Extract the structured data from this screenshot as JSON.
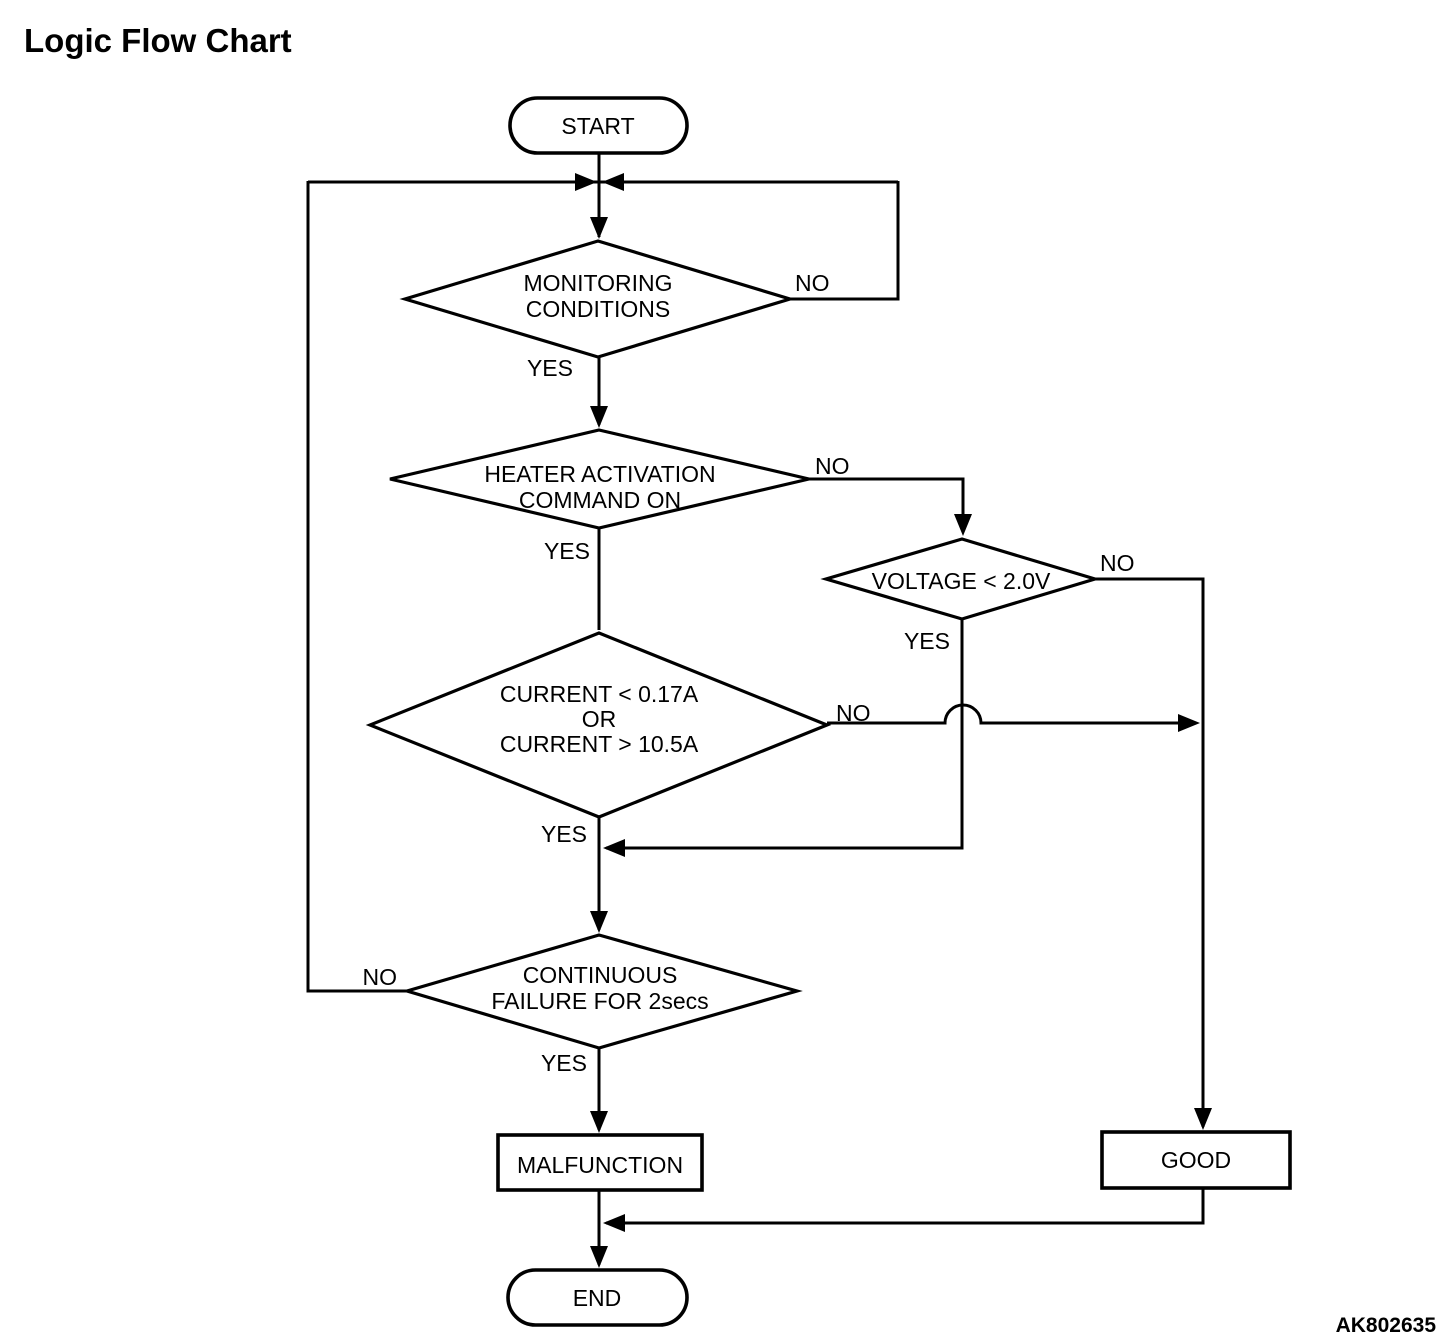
{
  "title": "Logic Flow Chart",
  "figure_code": "AK802635",
  "nodes": {
    "start": {
      "type": "terminator",
      "label": "START"
    },
    "monitoring": {
      "type": "decision",
      "line1": "MONITORING",
      "line2": "CONDITIONS"
    },
    "heater": {
      "type": "decision",
      "line1": "HEATER ACTIVATION",
      "line2": "COMMAND ON"
    },
    "voltage": {
      "type": "decision",
      "label": "VOLTAGE < 2.0V"
    },
    "current": {
      "type": "decision",
      "line1": "CURRENT < 0.17A",
      "line2": "OR",
      "line3": "CURRENT > 10.5A"
    },
    "continuous": {
      "type": "decision",
      "line1": "CONTINUOUS",
      "line2": "FAILURE FOR 2secs"
    },
    "malfunction": {
      "type": "process",
      "label": "MALFUNCTION"
    },
    "good": {
      "type": "process",
      "label": "GOOD"
    },
    "end": {
      "type": "terminator",
      "label": "END"
    }
  },
  "edge_labels": {
    "monitoring_no": "NO",
    "monitoring_yes": "YES",
    "heater_no": "NO",
    "heater_yes": "YES",
    "voltage_no": "NO",
    "voltage_yes": "YES",
    "current_no": "NO",
    "current_yes": "YES",
    "continuous_no": "NO",
    "continuous_yes": "YES"
  },
  "colors": {
    "ink": "#000000",
    "background": "#ffffff"
  }
}
